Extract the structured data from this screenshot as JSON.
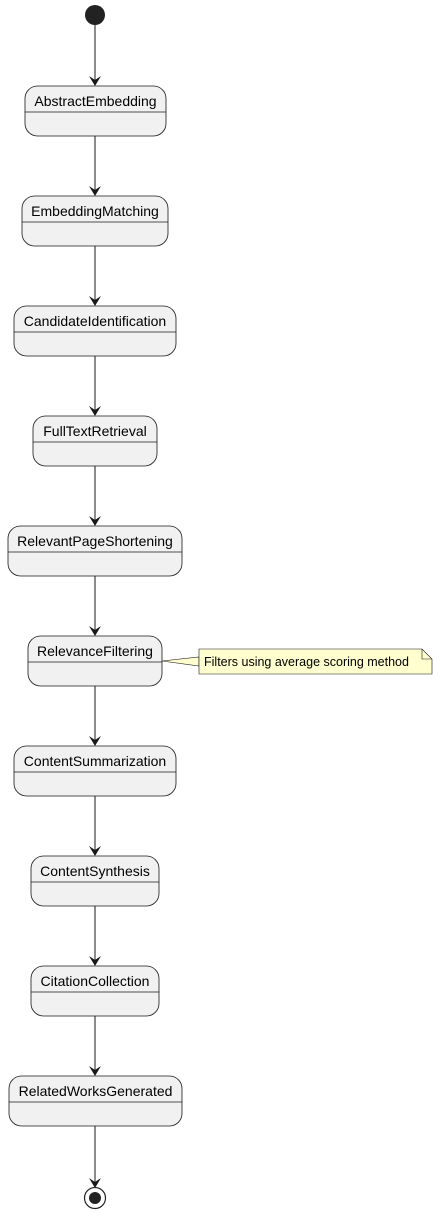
{
  "diagram": {
    "type": "state-diagram",
    "states": [
      {
        "id": "abstract-embedding",
        "label": "AbstractEmbedding"
      },
      {
        "id": "embedding-matching",
        "label": "EmbeddingMatching"
      },
      {
        "id": "candidate-identification",
        "label": "CandidateIdentification"
      },
      {
        "id": "full-text-retrieval",
        "label": "FullTextRetrieval"
      },
      {
        "id": "relevant-page-shortening",
        "label": "RelevantPageShortening"
      },
      {
        "id": "relevance-filtering",
        "label": "RelevanceFiltering"
      },
      {
        "id": "content-summarization",
        "label": "ContentSummarization"
      },
      {
        "id": "content-synthesis",
        "label": "ContentSynthesis"
      },
      {
        "id": "citation-collection",
        "label": "CitationCollection"
      },
      {
        "id": "related-works-generated",
        "label": "RelatedWorksGenerated"
      }
    ],
    "note": {
      "attached_to": "relevance-filtering",
      "text": "Filters using average scoring method"
    },
    "colors": {
      "state_fill": "#f1f1f1",
      "stroke": "#181818",
      "note_fill": "#fefece",
      "start_fill": "#222222"
    }
  }
}
